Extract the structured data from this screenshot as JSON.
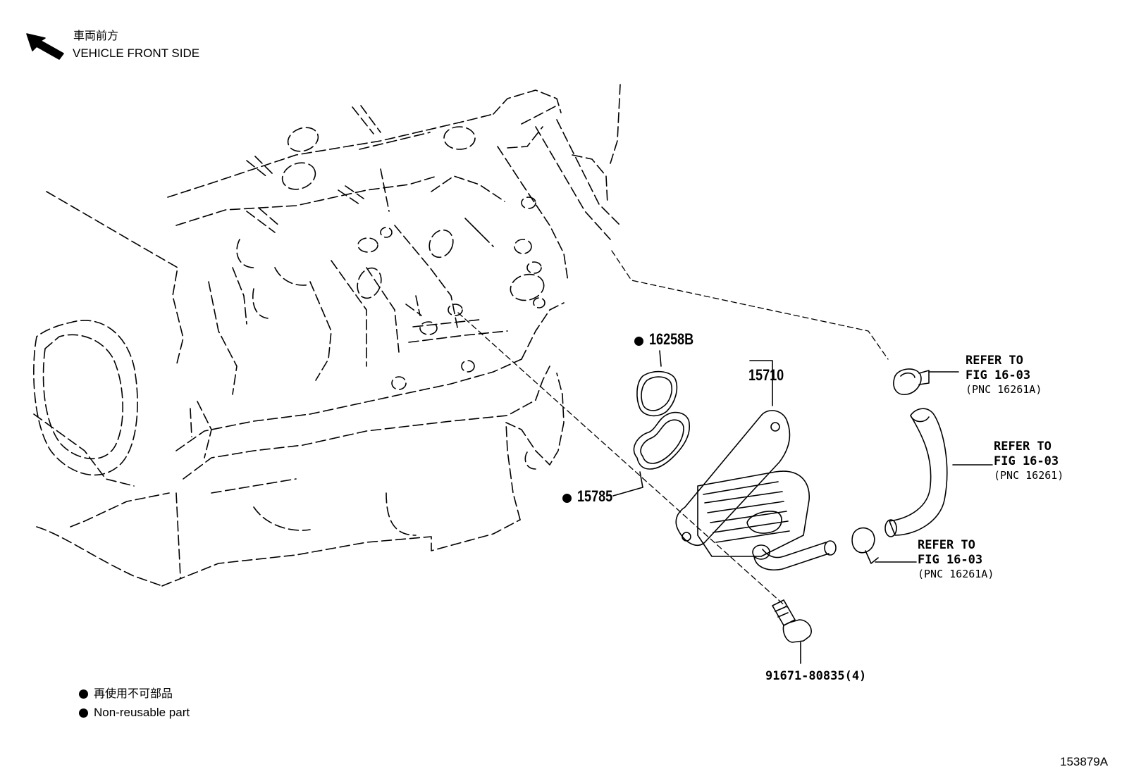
{
  "orientation": {
    "label_ja": "車両前方",
    "label_en": "VEHICLE FRONT SIDE"
  },
  "parts": {
    "p16258b": "16258B",
    "p15785": "15785",
    "p15710": "15710",
    "bolt": "91671-80835(4)"
  },
  "references": [
    {
      "line1": "REFER TO",
      "line2": "FIG 16-03",
      "line3": "(PNC 16261A)"
    },
    {
      "line1": "REFER TO",
      "line2": "FIG 16-03",
      "line3": "(PNC 16261)"
    },
    {
      "line1": "REFER TO",
      "line2": "FIG 16-03",
      "line3": "(PNC 16261A)"
    }
  ],
  "legend": {
    "ja": "再使用不可部品",
    "en": "Non-reusable part"
  },
  "figure_id": "153879A",
  "colors": {
    "ink": "#000000",
    "paper": "#ffffff"
  }
}
